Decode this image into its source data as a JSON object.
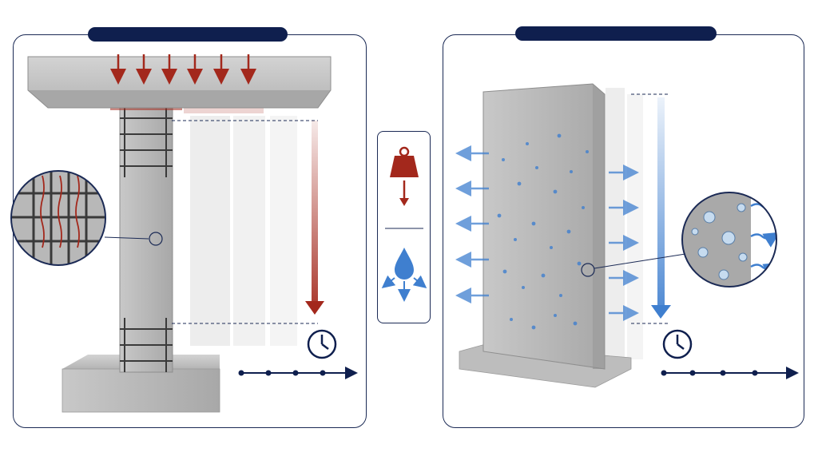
{
  "panels": [
    {
      "id": "left",
      "title": "",
      "concept": "sustained-load-creep"
    },
    {
      "id": "right",
      "title": "",
      "concept": "moisture-loss-shrinkage"
    }
  ],
  "legend": {
    "items": [
      "weight-icon",
      "water-drop-icon"
    ]
  },
  "colors": {
    "navy": "#0f1f4e",
    "border": "#1b2a55",
    "load_red": "#a3281c",
    "water_blue": "#3f7fcf",
    "concrete": "#b9b9b9",
    "concrete_dark": "#8e8e8e",
    "rebar": "#3a3a3a"
  },
  "icons": {
    "clock": "clock-icon",
    "timeline": "timeline-arrow",
    "magnifier": "magnified-detail"
  }
}
